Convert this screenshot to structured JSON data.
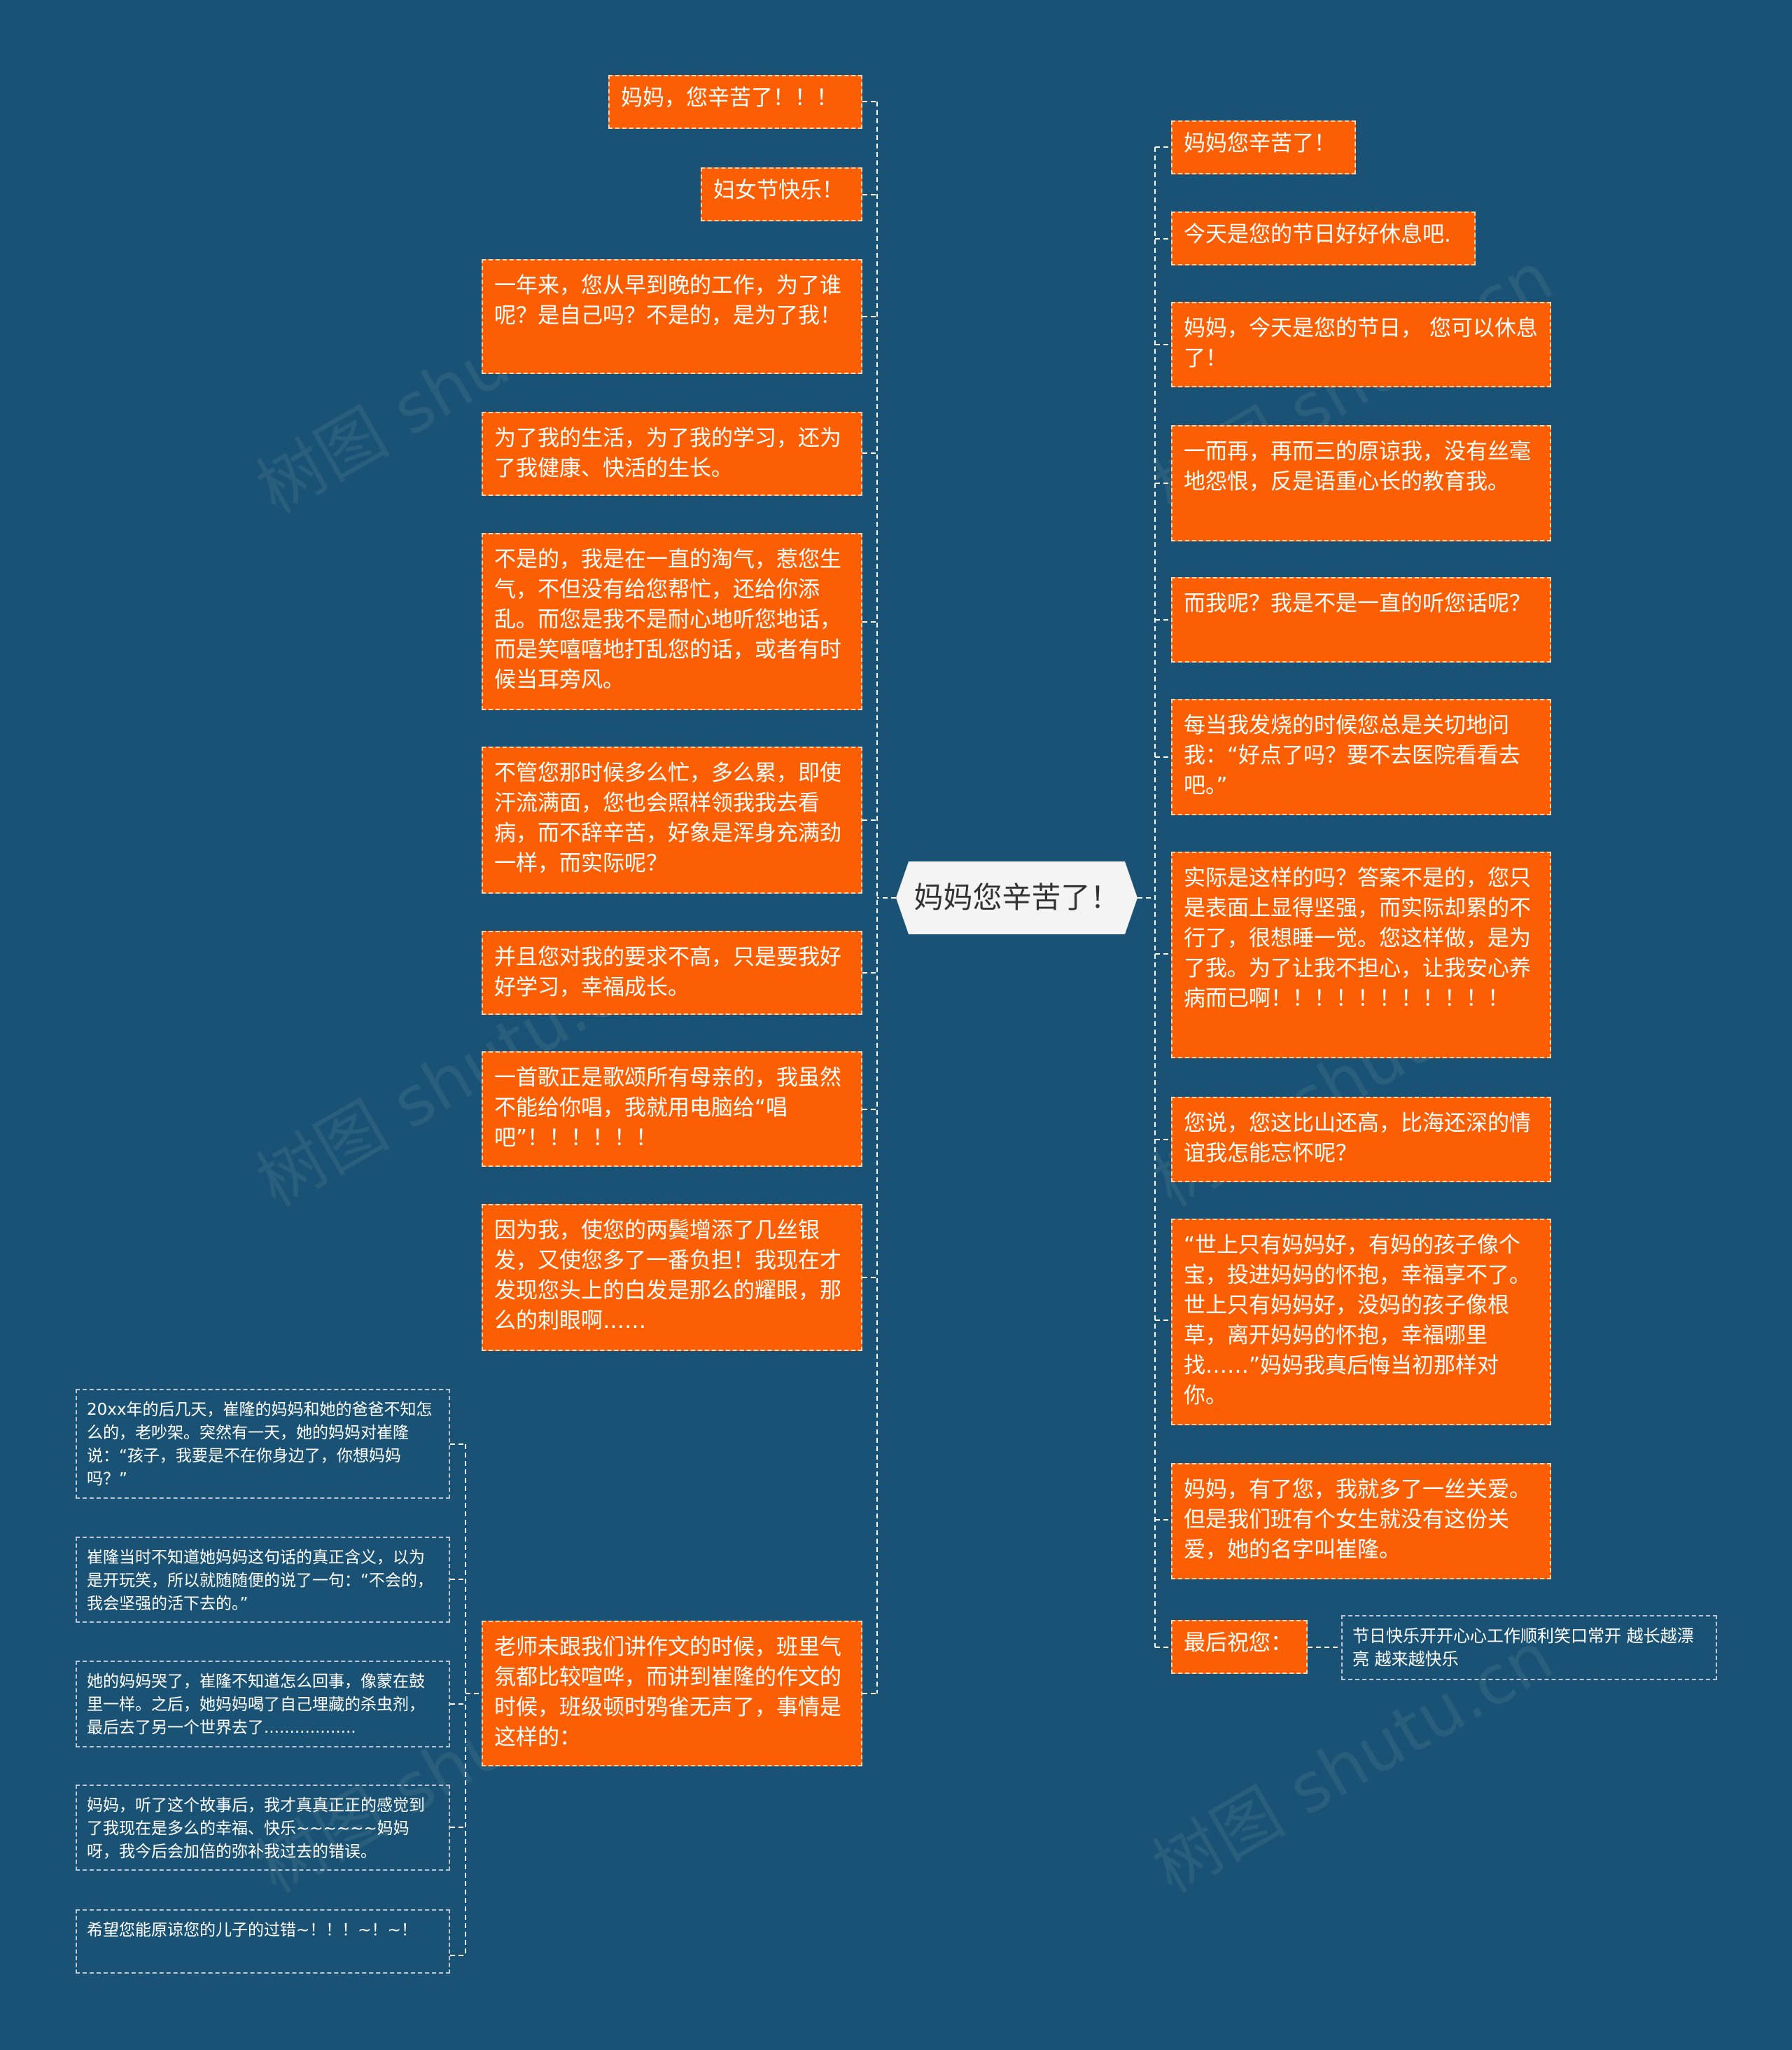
{
  "watermark": "树图 shutu.cn",
  "root": {
    "label": "妈妈您辛苦了！"
  },
  "left": [
    "妈妈，您辛苦了！！！",
    "妇女节快乐！",
    "一年来，您从早到晚的工作，为了谁呢？是自己吗？不是的，是为了我！",
    "为了我的生活，为了我的学习，还为了我健康、快活的生长。",
    "不是的，我是在一直的淘气，惹您生气，不但没有给您帮忙，还给你添乱。而您是我不是耐心地听您地话，而是笑嘻嘻地打乱您的话，或者有时候当耳旁风。",
    "不管您那时候多么忙，多么累，即使汗流满面，您也会照样领我我去看病，而不辞辛苦，好象是浑身充满劲一样，而实际呢？",
    "并且您对我的要求不高，只是要我好好学习，幸福成长。",
    "一首歌正是歌颂所有母亲的，我虽然不能给你唱，我就用电脑给“唱吧”！！！！！！",
    "因为我，使您的两鬓增添了几丝银发，又使您多了一番负担！我现在才发现您头上的白发是那么的耀眼，那么的刺眼啊……",
    "老师未跟我们讲作文的时候，班里气氛都比较喧哗，而讲到崔隆的作文的时候，班级顿时鸦雀无声了，事情是这样的："
  ],
  "story": [
    "20xx年的后几天，崔隆的妈妈和她的爸爸不知怎么的，老吵架。突然有一天，她的妈妈对崔隆说：“孩子，我要是不在你身边了，你想妈妈吗？”",
    "崔隆当时不知道她妈妈这句话的真正含义，以为是开玩笑，所以就随随便的说了一句：“不会的，我会坚强的活下去的。”",
    "她的妈妈哭了，崔隆不知道怎么回事，像蒙在鼓里一样。之后，她妈妈喝了自己埋藏的杀虫剂，最后去了另一个世界去了..................",
    "妈妈，听了这个故事后，我才真真正正的感觉到了我现在是多么的幸福、快乐~~~~~~妈妈呀，我今后会加倍的弥补我过去的错误。",
    "希望您能原谅您的儿子的过错~！！！~！~！"
  ],
  "right": [
    "妈妈您辛苦了！",
    "今天是您的节日好好休息吧.",
    "妈妈，今天是您的节日， 您可以休息了！",
    "一而再，再而三的原谅我，没有丝毫地怨恨，反是语重心长的教育我。",
    "而我呢？我是不是一直的听您话呢？",
    "每当我发烧的时候您总是关切地问我：“好点了吗？要不去医院看看去吧。”",
    "实际是这样的吗？答案不是的，您只是表面上显得坚强，而实际却累的不行了，很想睡一觉。您这样做，是为了我。为了让我不担心，让我安心养病而已啊！！！！！！！！！！！",
    "您说，您这比山还高，比海还深的情谊我怎能忘怀呢？",
    "“世上只有妈妈好，有妈的孩子像个宝，投进妈妈的怀抱，幸福享不了。世上只有妈妈好，没妈的孩子像根草，离开妈妈的怀抱，幸福哪里找……”妈妈我真后悔当初那样对你。",
    "妈妈，有了您，我就多了一丝关爱。但是我们班有个女生就没有这份关爱，她的名字叫崔隆。",
    "最后祝您："
  ],
  "wish": "节日快乐开开心心工作顺利笑口常开 越长越漂亮 越来越快乐"
}
